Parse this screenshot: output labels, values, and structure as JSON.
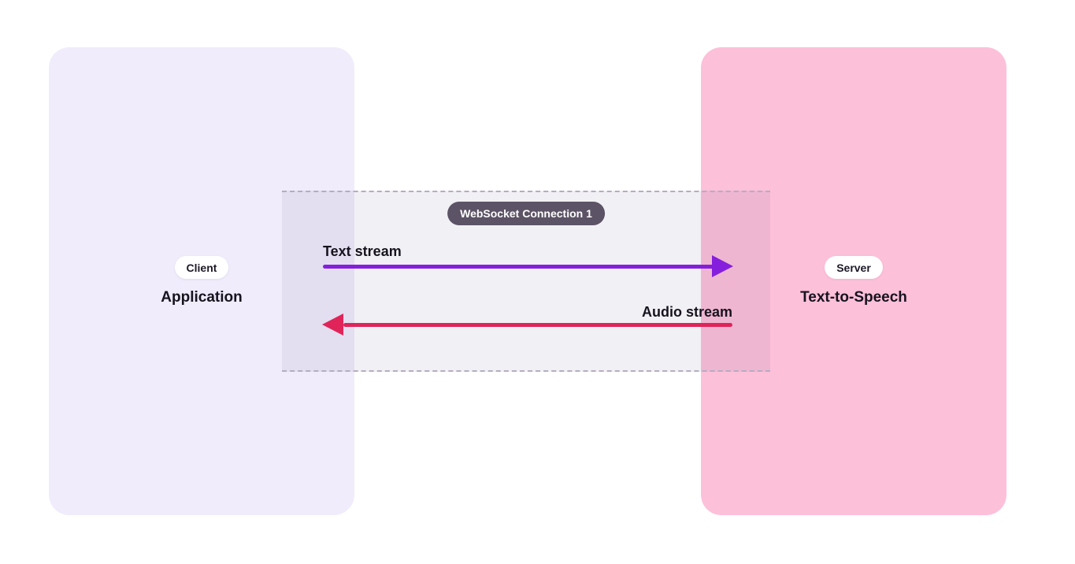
{
  "page": {
    "background": "#FFFFFF"
  },
  "client_box": {
    "badge": "Client",
    "title": "Application",
    "bg_color": "#F0ECFB"
  },
  "server_box": {
    "badge": "Server",
    "title": "Text-to-Speech",
    "bg_color": "#FDC0D9"
  },
  "connection": {
    "label": "WebSocket Connection 1",
    "badge_bg_color": "#5C5366",
    "band_fill_color": "rgba(97,86,126,0.085)",
    "band_border_color": "#B4ADC0",
    "streams": [
      {
        "label": "Text stream",
        "direction": "client-to-server",
        "color": "#851FDD"
      },
      {
        "label": "Audio stream",
        "direction": "server-to-client",
        "color": "#E02459"
      }
    ]
  }
}
